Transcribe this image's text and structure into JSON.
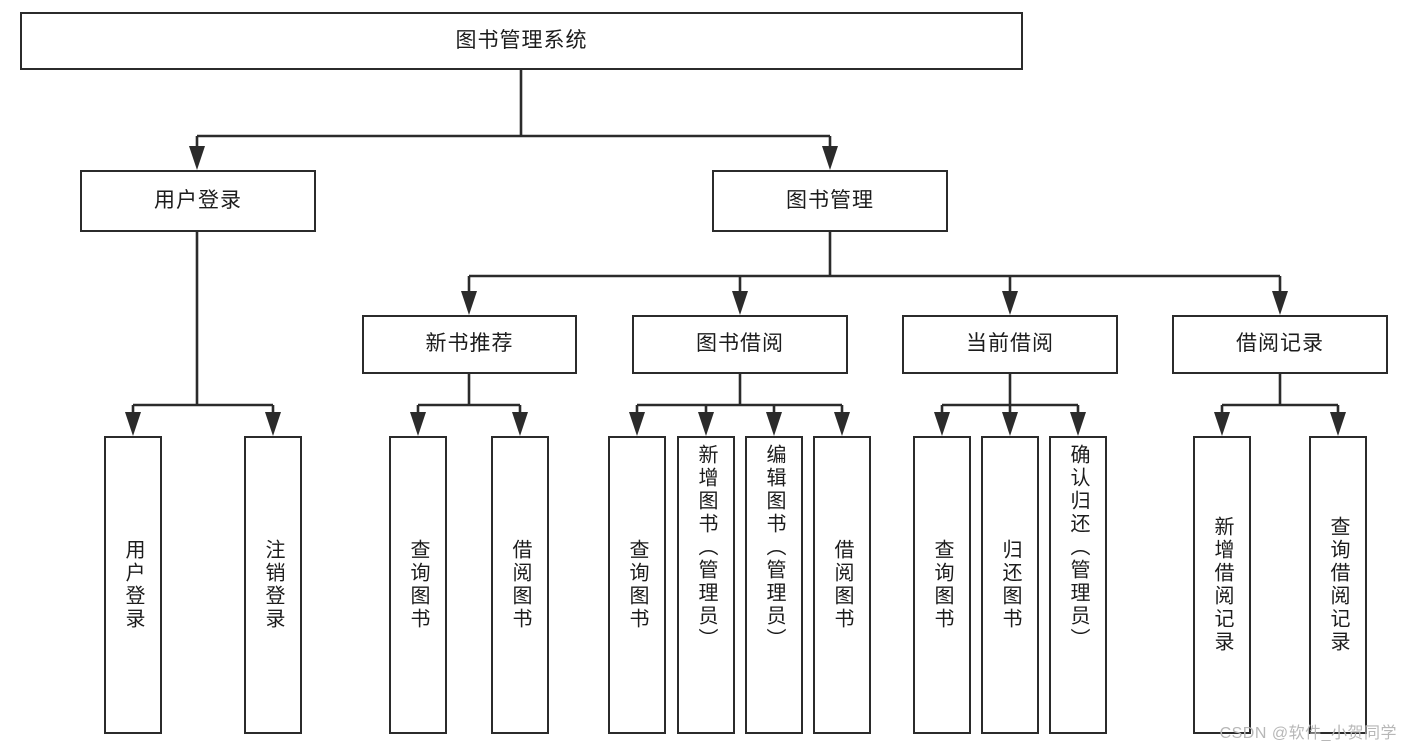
{
  "diagram": {
    "type": "tree-hierarchy",
    "title": "图书管理系统",
    "orientation": "top-down",
    "root": {
      "id": "root",
      "label": "图书管理系统",
      "level": 0
    },
    "level1": [
      {
        "id": "user-login",
        "label": "用户登录"
      },
      {
        "id": "book-management",
        "label": "图书管理"
      }
    ],
    "level2": [
      {
        "id": "new-book-recommend",
        "label": "新书推荐",
        "parent": "book-management"
      },
      {
        "id": "book-borrow",
        "label": "图书借阅",
        "parent": "book-management"
      },
      {
        "id": "current-borrow",
        "label": "当前借阅",
        "parent": "book-management"
      },
      {
        "id": "borrow-record",
        "label": "借阅记录",
        "parent": "book-management"
      }
    ],
    "leaves": {
      "user-login": [
        {
          "id": "leaf-user-login",
          "label": "用户登录"
        },
        {
          "id": "leaf-user-logout",
          "label": "注销登录"
        }
      ],
      "new-book-recommend": [
        {
          "id": "leaf-query-book-1",
          "label": "查询图书"
        },
        {
          "id": "leaf-borrow-book-1",
          "label": "借阅图书"
        }
      ],
      "book-borrow": [
        {
          "id": "leaf-query-book-2",
          "label": "查询图书"
        },
        {
          "id": "leaf-add-book",
          "label": "新增图书（管理员）"
        },
        {
          "id": "leaf-edit-book",
          "label": "编辑图书（管理员）"
        },
        {
          "id": "leaf-borrow-book-2",
          "label": "借阅图书"
        }
      ],
      "current-borrow": [
        {
          "id": "leaf-query-book-3",
          "label": "查询图书"
        },
        {
          "id": "leaf-return-book",
          "label": "归还图书"
        },
        {
          "id": "leaf-confirm-return",
          "label": "确认归还（管理员）"
        }
      ],
      "borrow-record": [
        {
          "id": "leaf-add-record",
          "label": "新增借阅记录"
        },
        {
          "id": "leaf-query-record",
          "label": "查询借阅记录"
        }
      ]
    },
    "colors": {
      "stroke": "#2b2b2b",
      "fill": "#ffffff",
      "text": "#1c1c1c",
      "watermark": "#b7b7b7"
    }
  },
  "watermark": {
    "text": "CSDN @软件_小贺同学"
  }
}
